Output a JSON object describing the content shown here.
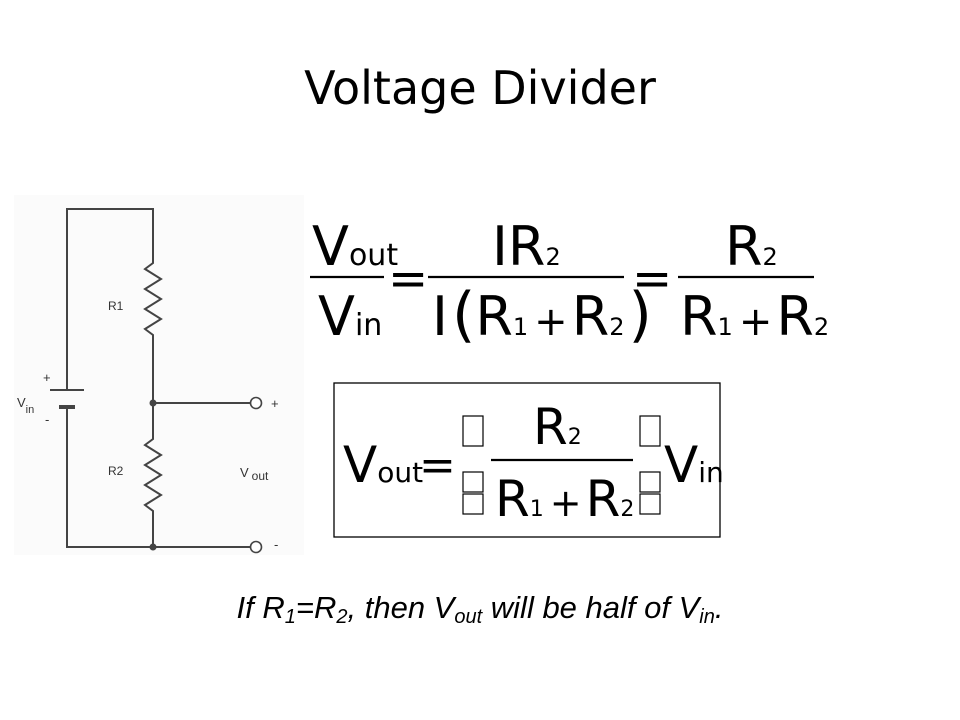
{
  "title": "Voltage Divider",
  "circuit": {
    "r1_label": "R1",
    "r2_label": "R2",
    "vin_main": "V",
    "vin_sub": "in",
    "vin_plus": "+",
    "vin_minus": "-",
    "vout_main": "V",
    "vout_sub": "out",
    "out_plus": "+",
    "out_minus": "-"
  },
  "equation1": {
    "lhs_num": "V",
    "lhs_num_sub": "out",
    "lhs_den": "V",
    "lhs_den_sub": "in",
    "eq": "=",
    "mid_num": "IR",
    "mid_num_sub": "2",
    "mid_den_i": "I",
    "mid_den_open": "(",
    "mid_den_r1": "R",
    "mid_den_r1_sub": "1",
    "plus": "+",
    "mid_den_r2": "R",
    "mid_den_r2_sub": "2",
    "mid_den_close": ")",
    "rhs_num": "R",
    "rhs_num_sub": "2",
    "rhs_den_r1": "R",
    "rhs_den_r1_sub": "1",
    "rhs_den_r2": "R",
    "rhs_den_r2_sub": "2"
  },
  "equation2": {
    "lhs": "V",
    "lhs_sub": "out",
    "eq": "=",
    "num": "R",
    "num_sub": "2",
    "den_r1": "R",
    "den_r1_sub": "1",
    "plus": "+",
    "den_r2": "R",
    "den_r2_sub": "2",
    "vin": "V",
    "vin_sub": "in"
  },
  "caption": {
    "p1": "If R",
    "s1": "1",
    "p2": "=R",
    "s2": "2",
    "p3": ", then V",
    "s3": "out",
    "p4": " will be half of V",
    "s4": "in",
    "p5": "."
  }
}
